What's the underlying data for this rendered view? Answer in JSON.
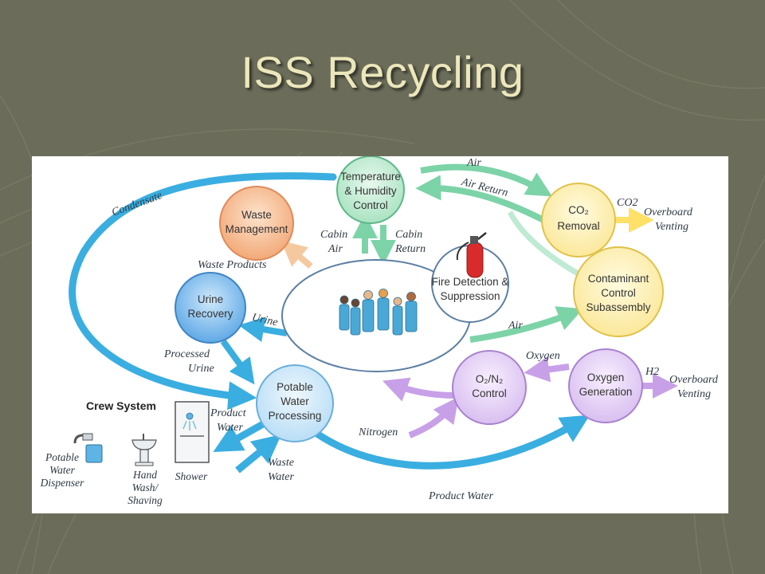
{
  "title": "ISS Recycling",
  "colors": {
    "slide_background": "#6b6d5a",
    "title_text": "#ece7bb",
    "diagram_background": "#ffffff",
    "water_flow": "#3aaee0",
    "air_flow": "#7dd3a8",
    "gas_flow": "#c8a0e8",
    "co2_flow": "#ffe16a",
    "waste_flow": "#f5c9a0"
  },
  "nodes": {
    "temperature_humidity": [
      "Temperature",
      "& Humidity",
      "Control"
    ],
    "co2_removal": [
      "CO₂",
      "Removal"
    ],
    "waste_management": [
      "Waste",
      "Management"
    ],
    "fire_detection": [
      "Fire Detection &",
      "Suppression"
    ],
    "contaminant_control": [
      "Contaminant",
      "Control",
      "Subassembly"
    ],
    "urine_recovery": [
      "Urine",
      "Recovery"
    ],
    "potable_water": [
      "Potable",
      "Water",
      "Processing"
    ],
    "o2n2_control": [
      "O₂/N₂",
      "Control"
    ],
    "oxygen_generation": [
      "Oxygen",
      "Generation"
    ]
  },
  "flows": {
    "condensate": "Condensate",
    "air": "Air",
    "air_return": "Air Return",
    "co2": "CO2",
    "overboard_venting_co2": [
      "Overboard",
      "Venting"
    ],
    "cabin_air": [
      "Cabin",
      "Air"
    ],
    "cabin_return": [
      "Cabin",
      "Return"
    ],
    "waste_products": "Waste Products",
    "urine": "Urine",
    "air_contaminant": "Air",
    "processed_urine": [
      "Processed",
      "Urine"
    ],
    "oxygen": "Oxygen",
    "h2": "H2",
    "overboard_venting_h2": [
      "Overboard",
      "Venting"
    ],
    "product_water_crew": [
      "Product",
      "Water"
    ],
    "waste_water": [
      "Waste",
      "Water"
    ],
    "nitrogen": "Nitrogen",
    "product_water_bottom": "Product Water"
  },
  "crew_system": {
    "title": "Crew System",
    "items": {
      "potable_water_dispenser": [
        "Potable",
        "Water",
        "Dispenser"
      ],
      "hand_wash": [
        "Hand",
        "Wash/",
        "Shaving"
      ],
      "shower": [
        "Shower"
      ]
    }
  },
  "icons": {
    "fire_extinguisher": "fire-extinguisher-icon",
    "crew": "crew-figures-icon",
    "faucet": "faucet-icon",
    "sink": "sink-icon",
    "shower": "shower-icon"
  }
}
